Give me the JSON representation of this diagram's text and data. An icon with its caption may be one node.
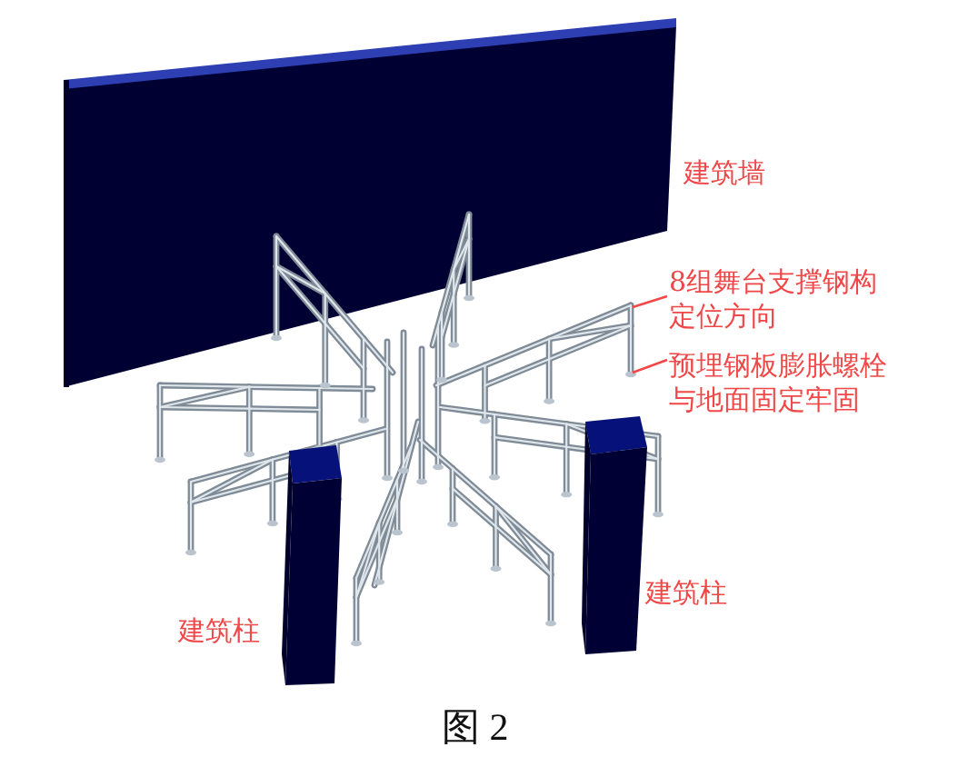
{
  "diagram": {
    "caption": "图 2",
    "nodes": [
      {
        "text": [
          "8组舞台支撑钢构定位方向"
        ]
      },
      {
        "text": [
          "预埋钢板膨胀螺栓与地面固定牢固"
        ]
      }
    ],
    "edges": [
      {
        "from": 0,
        "to": null,
        "arrow": "none"
      },
      {
        "from": 1,
        "to": null,
        "arrow": "none"
      }
    ],
    "labels": [
      "建筑墙",
      "建筑柱",
      "建筑柱"
    ]
  }
}
